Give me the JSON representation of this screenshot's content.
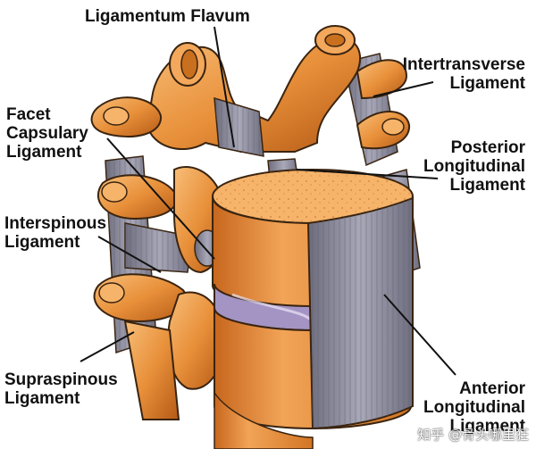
{
  "labels": {
    "ligamentum_flavum": "Ligamentum Flavum",
    "intertransverse": [
      "Intertransverse",
      "Ligament"
    ],
    "facet_capsulary": [
      "Facet",
      "Capsulary",
      "Ligament"
    ],
    "posterior_longitudinal": [
      "Posterior",
      "Longitudinal",
      "Ligament"
    ],
    "interspinous": [
      "Interspinous",
      "Ligament"
    ],
    "supraspinous": [
      "Supraspinous",
      "Ligament"
    ],
    "anterior_longitudinal": [
      "Anterior",
      "Longitudinal",
      "Ligament"
    ]
  },
  "watermark": "知乎 @骨头哪里狂",
  "colors": {
    "bone": "#E8903A",
    "bone_light": "#F6B46A",
    "bone_dark": "#B55A16",
    "ligament": "#8C8C9C",
    "ligament_dark": "#5E5E6E",
    "disc": "#9C8CB8",
    "outline": "#3A2410"
  }
}
